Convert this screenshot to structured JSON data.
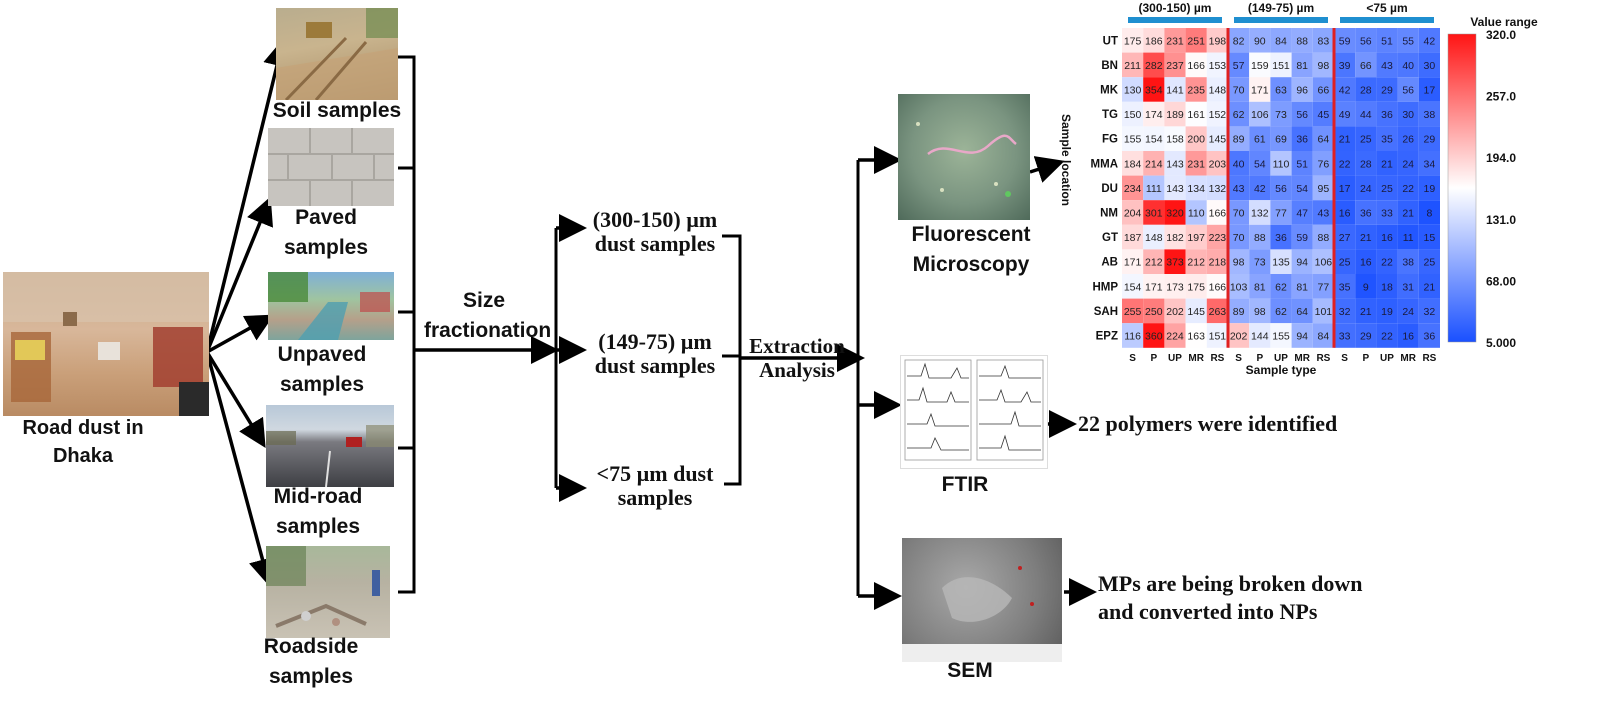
{
  "source": {
    "label": "Road dust in Dhaka"
  },
  "sample_types": [
    {
      "label": "Soil samples"
    },
    {
      "label": "Paved samples"
    },
    {
      "label": "Unpaved samples"
    },
    {
      "label": "Mid-road samples"
    },
    {
      "label": "Roadside samples"
    }
  ],
  "step_fractionation": "Size fractionation",
  "fractions": [
    {
      "label": "(300-150) µm dust samples"
    },
    {
      "label": "(149-75) µm dust samples"
    },
    {
      "label": "<75 µm dust samples"
    }
  ],
  "step_extraction": "Extraction Analysis",
  "methods": [
    {
      "label": "Fluorescent Microscopy"
    },
    {
      "label": "FTIR"
    },
    {
      "label": "SEM"
    }
  ],
  "results": {
    "ftir": "22 polymers were identified",
    "sem": "MPs are being broken down and converted into NPs"
  },
  "chart_data": {
    "type": "heatmap",
    "title": "",
    "ylabel": "Sample location",
    "xlabel": "Sample type",
    "groups": [
      "(300-150) µm",
      "(149-75) µm",
      "<75 µm"
    ],
    "columns": [
      "S",
      "P",
      "UP",
      "MR",
      "RS"
    ],
    "rows": [
      "UT",
      "BN",
      "MK",
      "TG",
      "FG",
      "MMA",
      "DU",
      "NM",
      "GT",
      "AB",
      "HMP",
      "SAH",
      "EPZ"
    ],
    "values": [
      [
        175,
        186,
        231,
        251,
        198,
        82,
        90,
        84,
        88,
        83,
        59,
        56,
        51,
        55,
        42
      ],
      [
        211,
        282,
        237,
        166,
        153,
        57,
        159,
        151,
        81,
        98,
        39,
        66,
        43,
        40,
        30
      ],
      [
        130,
        354,
        141,
        235,
        148,
        70,
        171,
        63,
        96,
        66,
        42,
        28,
        29,
        56,
        17
      ],
      [
        150,
        174,
        189,
        161,
        152,
        62,
        106,
        73,
        56,
        45,
        49,
        44,
        36,
        30,
        38
      ],
      [
        155,
        154,
        158,
        200,
        145,
        89,
        61,
        69,
        36,
        64,
        21,
        25,
        35,
        26,
        29
      ],
      [
        184,
        214,
        143,
        231,
        203,
        40,
        54,
        110,
        51,
        76,
        22,
        28,
        21,
        24,
        34
      ],
      [
        234,
        111,
        143,
        134,
        132,
        43,
        42,
        56,
        54,
        95,
        17,
        24,
        25,
        22,
        19
      ],
      [
        204,
        301,
        320,
        110,
        166,
        70,
        132,
        77,
        47,
        43,
        16,
        36,
        33,
        21,
        8
      ],
      [
        187,
        148,
        182,
        197,
        223,
        70,
        88,
        36,
        59,
        88,
        27,
        21,
        16,
        11,
        15
      ],
      [
        171,
        212,
        373,
        212,
        218,
        98,
        73,
        135,
        94,
        106,
        25,
        16,
        22,
        38,
        25
      ],
      [
        154,
        171,
        173,
        175,
        166,
        103,
        81,
        62,
        81,
        77,
        35,
        9,
        18,
        31,
        21
      ],
      [
        255,
        250,
        202,
        145,
        263,
        89,
        98,
        62,
        64,
        101,
        32,
        21,
        19,
        24,
        32
      ],
      [
        116,
        360,
        224,
        163,
        151,
        202,
        144,
        155,
        94,
        84,
        33,
        29,
        22,
        16,
        36
      ]
    ],
    "colorbar": {
      "title": "Value range",
      "range": [
        5,
        320
      ],
      "ticks": [
        "320.0",
        "257.0",
        "194.0",
        "131.0",
        "68.00",
        "5.000"
      ],
      "low_color": "#1a50ff",
      "mid_color": "#ffffff",
      "high_color": "#ff1414"
    }
  },
  "colors": {
    "group_bar": "#1f8fd0",
    "separator": "#e02020",
    "arrow": "#000000"
  }
}
